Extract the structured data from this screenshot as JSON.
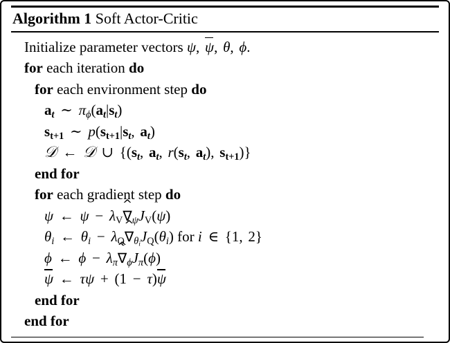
{
  "figure": {
    "kind": "algorithm-pseudocode-block",
    "border_color": "#000000",
    "background_color": "#ffffff",
    "text_color": "#000000"
  },
  "title": {
    "keyword": "Algorithm 1",
    "name": "Soft Actor-Critic"
  },
  "lines": [
    {
      "id": "init",
      "indent": 1,
      "text": "Initialize parameter vectors ψ, ψ̄, θ, φ."
    },
    {
      "id": "for-iteration",
      "indent": 1,
      "text": "for each iteration do"
    },
    {
      "id": "for-env-step",
      "indent": 2,
      "text": "for each environment step do"
    },
    {
      "id": "sample-action",
      "indent": 3,
      "text": "a_t ~ π_φ(a_t|s_t)"
    },
    {
      "id": "sample-next-state",
      "indent": 3,
      "text": "s_{t+1} ~ p(s_{t+1}|s_t, a_t)"
    },
    {
      "id": "update-replay-buffer",
      "indent": 3,
      "text": "D ← D ∪ {(s_t, a_t, r(s_t, a_t), s_{t+1})}"
    },
    {
      "id": "end-for-env-step",
      "indent": 2,
      "text": "end for"
    },
    {
      "id": "for-gradient-step",
      "indent": 2,
      "text": "for each gradient step do"
    },
    {
      "id": "update-psi",
      "indent": 3,
      "text": "ψ ← ψ − λ_V ∇̂_ψ J_V(ψ)"
    },
    {
      "id": "update-theta",
      "indent": 3,
      "text": "θ_i ← θ_i − λ_Q ∇̂_{θ_i} J_Q(θ_i) for i ∈ {1, 2}"
    },
    {
      "id": "update-phi",
      "indent": 3,
      "text": "φ ← φ − λ_π ∇̂_φ J_π(φ)"
    },
    {
      "id": "update-psi-bar",
      "indent": 3,
      "text": "ψ̄ ← τψ + (1 − τ)ψ̄"
    },
    {
      "id": "end-for-gradient-step",
      "indent": 2,
      "text": "end for"
    },
    {
      "id": "end-for-iteration",
      "indent": 1,
      "text": "end for"
    }
  ],
  "tokens": {
    "initialize_text": "Initialize parameter vectors",
    "for": "for",
    "do": "do",
    "end_for": "end for",
    "each_iteration": "each iteration",
    "each_environment_step": "each environment step",
    "each_gradient_step": "each gradient step",
    "for_lower": "for",
    "psi": "ψ",
    "theta": "θ",
    "phi": "φ",
    "tau": "τ",
    "pi": "π",
    "lambda": "λ",
    "D": "𝒟",
    "comma": ",",
    "period": ".",
    "sim": "∼",
    "gets": "←",
    "minus": "−",
    "plus": "+",
    "cup": "∪",
    "in": "∈",
    "mid": "|",
    "a": "a",
    "s": "s",
    "p": "p",
    "r": "r",
    "J": "J",
    "V": "V",
    "Q": "Q",
    "i": "i",
    "t": "t",
    "t_plus_1": "t+1",
    "one": "1",
    "two": "2",
    "lbrace": "{",
    "rbrace": "}",
    "lparen": "(",
    "rparen": ")"
  }
}
